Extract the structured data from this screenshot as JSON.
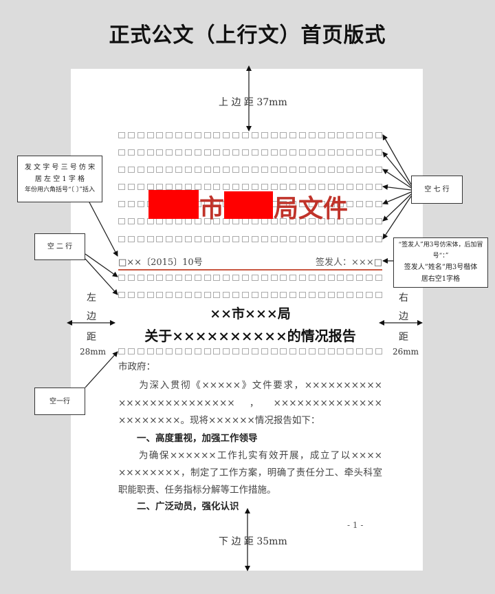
{
  "title": "正式公文（上行文）首页版式",
  "margins": {
    "top": "上 边 距 37mm",
    "bottom": "下 边 距 35mm",
    "left": [
      "左",
      "边",
      "距",
      "28mm"
    ],
    "right": [
      "右",
      "边",
      "距",
      "26mm"
    ]
  },
  "notes": {
    "doc_number": [
      "发 文 字 号 三 号 仿 宋",
      "居 左 空 1 字 格",
      "年份用六角括号“〔 〕”括入"
    ],
    "blank_two": "空 二 行",
    "blank_seven": "空 七 行",
    "signer": [
      "“签发人”用3号仿宋体，后加冒号“：”",
      "签发人”姓名”用3号楷体",
      "居右空1字格"
    ],
    "blank_one": "空一行"
  },
  "header": {
    "city_suffix": "市",
    "bureau_suffix": "局文件",
    "redacted_color": "#ff0000",
    "text_color": "#c0332a"
  },
  "doc_number": "□××〔2015〕10号",
  "signer": "签发人：×××□",
  "issuer": "××市×××局",
  "subject": "关于××××××××××的情况报告",
  "body": {
    "salutation": "市政府：",
    "lines": [
      "　　为深入贯彻《×××××》文件要求，××××××××××",
      "×××××××××××××××，××××××××××××××",
      "××××××××。现将××××××情况报告如下：",
      "　　一、高度重视，加强工作领导",
      "　　为确保××××××工作扎实有效开展，成立了以××××",
      "××××××××，制定了工作方案，明确了责任分工、牵头科室",
      "职能职责、任务指标分解等工作措施。",
      "　　二、广泛动员，强化认识"
    ]
  },
  "page_number": "- 1 -",
  "box_count_per_row": 28
}
